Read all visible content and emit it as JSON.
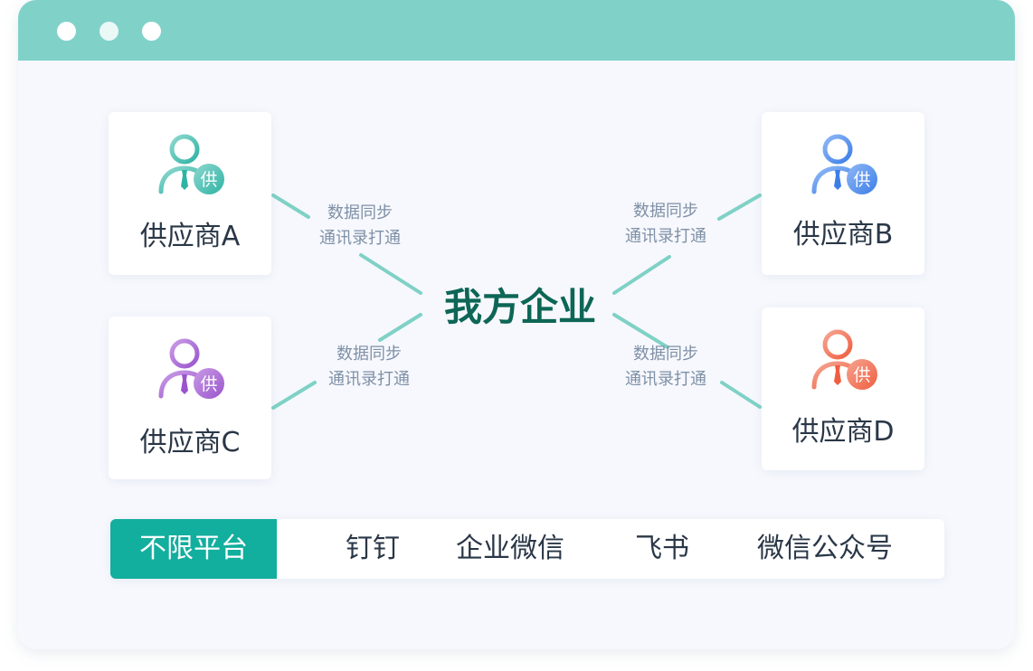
{
  "center": {
    "title": "我方企业"
  },
  "suppliers": [
    {
      "id": "A",
      "name": "供应商A",
      "badge": "供",
      "color": "#2eb3a4",
      "color_light": "#8ed8cf"
    },
    {
      "id": "B",
      "name": "供应商B",
      "badge": "供",
      "color": "#3c7ee8",
      "color_light": "#8fb8f5"
    },
    {
      "id": "C",
      "name": "供应商C",
      "badge": "供",
      "color": "#9a55cc",
      "color_light": "#c99be6"
    },
    {
      "id": "D",
      "name": "供应商D",
      "badge": "供",
      "color": "#ef5e3f",
      "color_light": "#f6a592"
    }
  ],
  "edge_labels": [
    {
      "line1": "数据同步",
      "line2": "通讯录打通"
    },
    {
      "line1": "数据同步",
      "line2": "通讯录打通"
    },
    {
      "line1": "数据同步",
      "line2": "通讯录打通"
    },
    {
      "line1": "数据同步",
      "line2": "通讯录打通"
    }
  ],
  "platforms": {
    "active": "不限平台",
    "items": [
      "钉钉",
      "企业微信",
      "飞书",
      "微信公众号"
    ]
  },
  "colors": {
    "titlebar": "#80d2c9",
    "connector": "#7fd1c6",
    "center_text": "#0d6656",
    "active_platform": "#12ae9e"
  }
}
